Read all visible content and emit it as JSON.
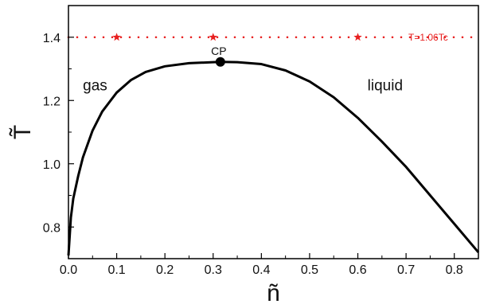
{
  "chart_data": {
    "type": "line",
    "xlabel": "ñ",
    "ylabel": "T̃",
    "xlim": [
      0.0,
      0.85
    ],
    "ylim": [
      0.7,
      1.5
    ],
    "xticks": [
      0.0,
      0.1,
      0.2,
      0.3,
      0.4,
      0.5,
      0.6,
      0.7,
      0.8
    ],
    "xtick_labels": [
      "0.0",
      "0.1",
      "0.2",
      "0.3",
      "0.4",
      "0.5",
      "0.6",
      "0.7",
      "0.8"
    ],
    "yticks": [
      0.8,
      1.0,
      1.2,
      1.4
    ],
    "ytick_labels": [
      "0.8",
      "1.0",
      "1.2",
      "1.4"
    ],
    "grid": false,
    "series": [
      {
        "name": "",
        "style": "solid",
        "color": "#000000",
        "x": [
          0.0,
          0.005,
          0.01,
          0.02,
          0.03,
          0.05,
          0.07,
          0.1,
          0.13,
          0.16,
          0.2,
          0.25,
          0.3,
          0.315,
          0.35,
          0.4,
          0.45,
          0.5,
          0.55,
          0.6,
          0.65,
          0.7,
          0.75,
          0.8,
          0.85
        ],
        "y": [
          0.71,
          0.83,
          0.89,
          0.96,
          1.02,
          1.105,
          1.165,
          1.225,
          1.265,
          1.29,
          1.308,
          1.318,
          1.321,
          1.322,
          1.321,
          1.315,
          1.295,
          1.26,
          1.21,
          1.145,
          1.07,
          0.99,
          0.9,
          0.81,
          0.72
        ]
      },
      {
        "name": "T=1.06Tc",
        "style": "dotted",
        "color": "#e82020",
        "x": [
          0.0,
          0.85
        ],
        "y": [
          1.4,
          1.4
        ],
        "markers": {
          "symbol": "star",
          "x": [
            0.1,
            0.3,
            0.6
          ],
          "y": [
            1.4,
            1.4,
            1.4
          ]
        }
      }
    ],
    "points": [
      {
        "label": "CP",
        "x": 0.315,
        "y": 1.322
      }
    ],
    "annotations": [
      {
        "text": "gas",
        "x": 0.03,
        "y": 1.25
      },
      {
        "text": "liquid",
        "x": 0.62,
        "y": 1.25
      }
    ]
  }
}
